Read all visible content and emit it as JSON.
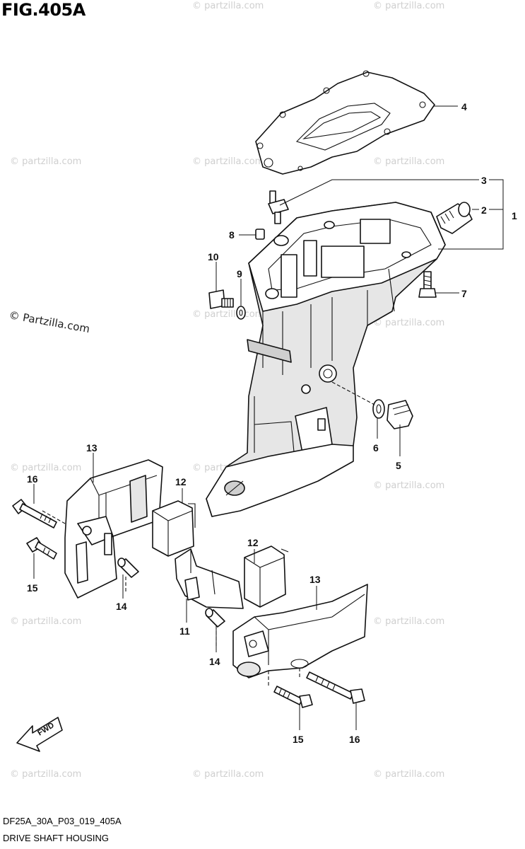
{
  "figure": {
    "title": "FIG.405A"
  },
  "watermark": {
    "text": "© Partzilla.com",
    "small_text": "© partzilla.com"
  },
  "callouts": [
    {
      "id": "1",
      "label": "1"
    },
    {
      "id": "2",
      "label": "2"
    },
    {
      "id": "3",
      "label": "3"
    },
    {
      "id": "4",
      "label": "4"
    },
    {
      "id": "5",
      "label": "5"
    },
    {
      "id": "6",
      "label": "6"
    },
    {
      "id": "7",
      "label": "7"
    },
    {
      "id": "8",
      "label": "8"
    },
    {
      "id": "9",
      "label": "9"
    },
    {
      "id": "10",
      "label": "10"
    },
    {
      "id": "11",
      "label": "11"
    },
    {
      "id": "12a",
      "label": "12"
    },
    {
      "id": "12b",
      "label": "12"
    },
    {
      "id": "13a",
      "label": "13"
    },
    {
      "id": "13b",
      "label": "13"
    },
    {
      "id": "14a",
      "label": "14"
    },
    {
      "id": "14b",
      "label": "14"
    },
    {
      "id": "15a",
      "label": "15"
    },
    {
      "id": "15b",
      "label": "15"
    },
    {
      "id": "16a",
      "label": "16"
    },
    {
      "id": "16b",
      "label": "16"
    }
  ],
  "fwd_arrow": {
    "label": "FWD"
  },
  "footer": {
    "code": "DF25A_30A_P03_019_405A",
    "name": "DRIVE SHAFT HOUSING"
  }
}
